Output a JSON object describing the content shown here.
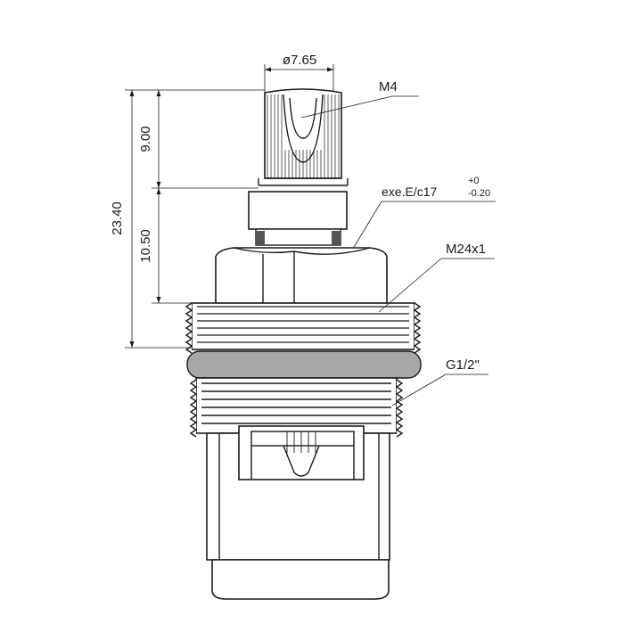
{
  "drawing": {
    "diameter_label": "ø7.65",
    "stem_thread_label": "M4",
    "spline_label_main": "exe.E/c17",
    "spline_tol_upper": "+0",
    "spline_tol_lower": "-0.20",
    "body_thread_label": "M24x1",
    "pipe_thread_label": "G1/2\"",
    "dim_total": "23.40",
    "dim_top": "9.00",
    "dim_middle": "10.50"
  },
  "colors": {
    "line": "#1a1a1a",
    "seal_ring": "#a8a8a8",
    "background": "#ffffff"
  }
}
